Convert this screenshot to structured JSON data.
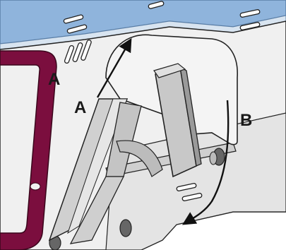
{
  "callouts": {
    "a_upper": "A",
    "a_lower": "A",
    "b": "B"
  },
  "colors": {
    "panel_blue": "#8fb4dc",
    "housing_light": "#f0f0f0",
    "housing_mid": "#dcdcdc",
    "latch_gray": "#c8c8c8",
    "handle_maroon": "#7b0e3e",
    "arrow_black": "#111111"
  },
  "icons": {
    "arrow_a": "arrow-up-right-icon",
    "arrow_b": "curved-arrow-down-icon"
  }
}
